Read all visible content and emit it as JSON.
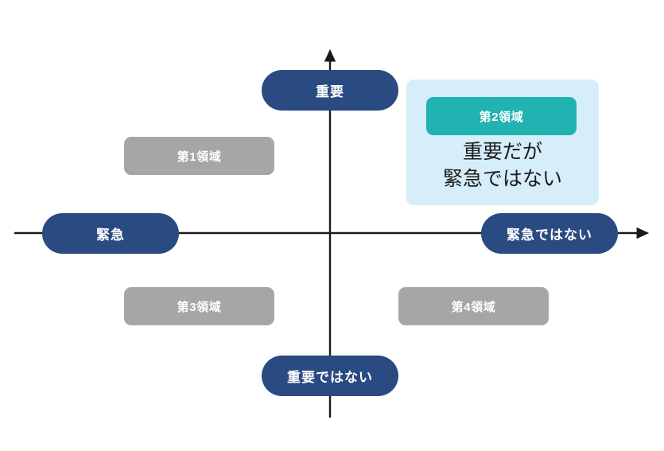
{
  "diagram": {
    "type": "eisenhower-matrix",
    "axes": {
      "vertical": {
        "top_label": "重要",
        "bottom_label": "重要ではない"
      },
      "horizontal": {
        "left_label": "緊急",
        "right_label": "緊急ではない"
      }
    },
    "quadrants": [
      {
        "id": "q1",
        "label": "第1領域",
        "position": "top-left",
        "style": "gray",
        "color": "#a6a6a6",
        "highlighted": false
      },
      {
        "id": "q2",
        "label": "第2領域",
        "position": "top-right",
        "style": "teal",
        "color": "#21b2b2",
        "highlighted": true,
        "description_lines": [
          "重要だが",
          "緊急ではない"
        ],
        "panel_color": "#d6edfa"
      },
      {
        "id": "q3",
        "label": "第3領域",
        "position": "bottom-left",
        "style": "gray",
        "color": "#a6a6a6",
        "highlighted": false
      },
      {
        "id": "q4",
        "label": "第4領域",
        "position": "bottom-right",
        "style": "gray",
        "color": "#a6a6a6",
        "highlighted": false
      }
    ],
    "colors": {
      "axis_pill": "#2a4a82",
      "axis_line": "#1a1a1a",
      "background": "#ffffff",
      "quadrant_gray": "#a6a6a6",
      "quadrant_teal": "#21b2b2",
      "highlight_panel": "#d6edfa",
      "pill_text": "#ffffff",
      "description_text": "#1a1a1a"
    }
  }
}
